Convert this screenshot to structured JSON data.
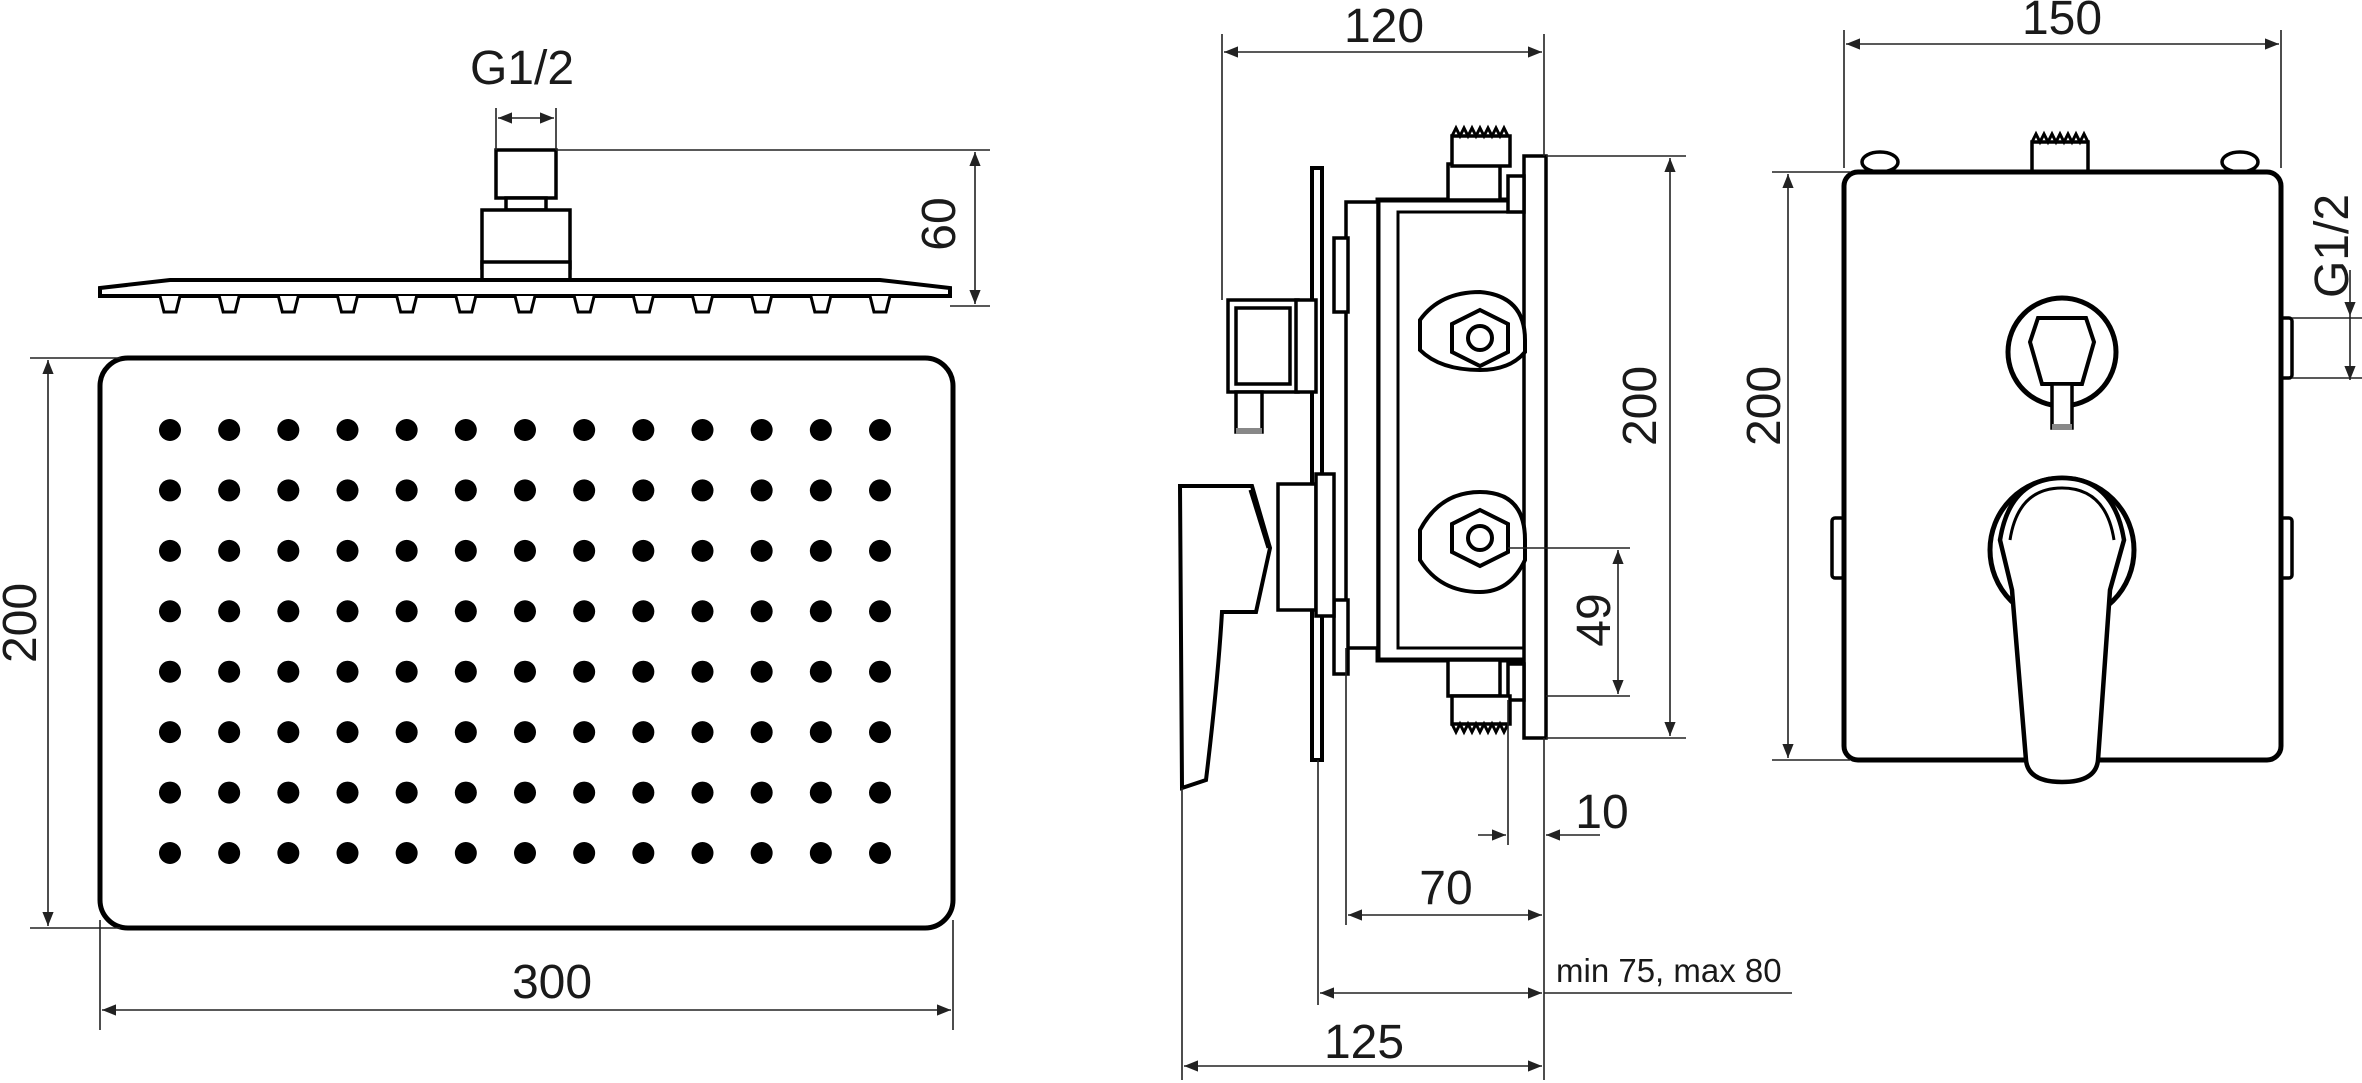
{
  "labels": {
    "shower_head": {
      "thread": "G1/2",
      "height": "60",
      "depth": "200",
      "width": "300"
    },
    "mixer_side": {
      "width": "120",
      "height": "200",
      "inlet_offset": "49",
      "plate": "10",
      "body_depth": "70",
      "install_range": "min 75, max 80",
      "total_depth": "125"
    },
    "mixer_front": {
      "width": "150",
      "height": "200",
      "thread": "G1/2"
    }
  },
  "shower_head": {
    "nozzle_grid": {
      "rows": 8,
      "columns": 13
    }
  }
}
